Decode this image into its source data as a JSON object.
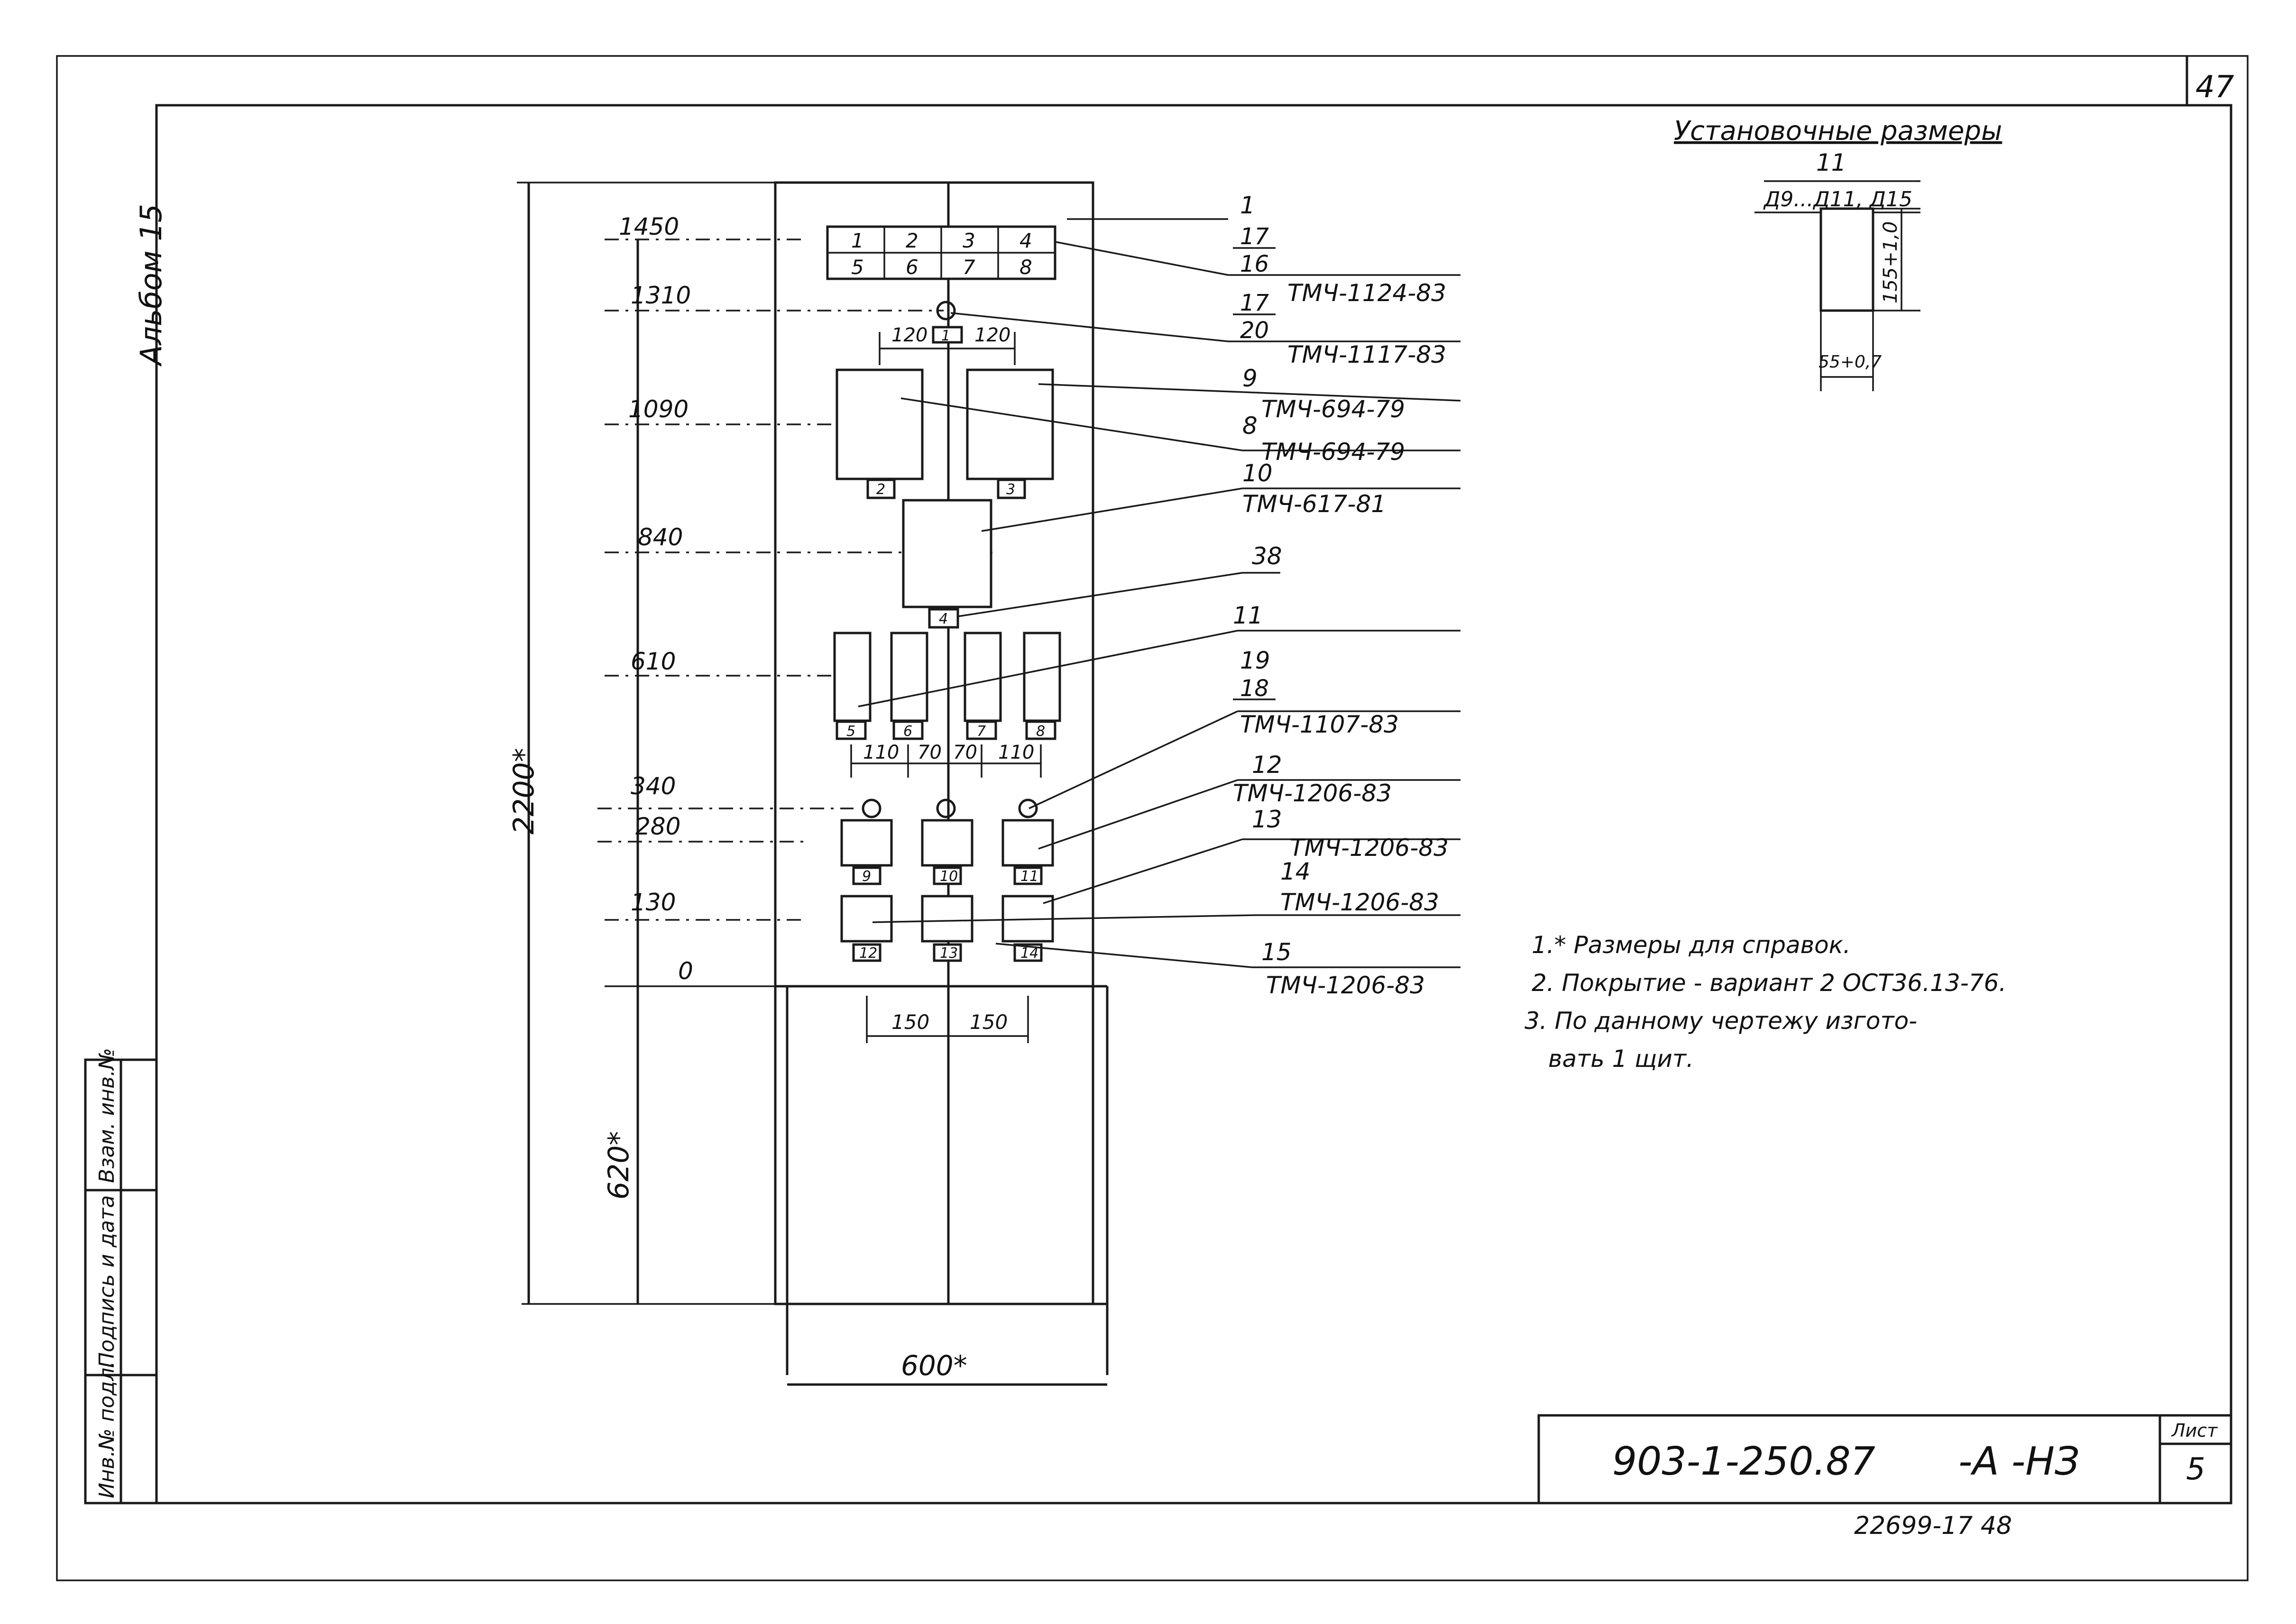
{
  "sheet_number_top": "47",
  "album_label": "Альбом 15",
  "install_title": "Установочные размеры",
  "install_detail_num": "11",
  "install_detail_refs": "Д9...Д11, Д15",
  "install_dim_height": "155+1,0",
  "install_dim_width": "55+0,7",
  "levels": [
    "1450",
    "1310",
    "1090",
    "840",
    "610",
    "340",
    "280",
    "130",
    "0"
  ],
  "dim_total_height": "2200*",
  "dim_base_height": "620*",
  "dim_width": "600*",
  "top_block_cells": [
    "1",
    "2",
    "3",
    "4",
    "5",
    "6",
    "7",
    "8"
  ],
  "spacing_labels": {
    "upper_left": "120",
    "upper_right": "120",
    "row": [
      "110",
      "70",
      "70",
      "110"
    ],
    "bottom": [
      "150",
      "150"
    ]
  },
  "device_tags": {
    "relay_top": "1",
    "relays_upper": [
      "2",
      "3"
    ],
    "relay_mid": "4",
    "row_small": [
      "5",
      "6",
      "7",
      "8"
    ],
    "row_a": [
      "9",
      "10",
      "11"
    ],
    "row_b": [
      "12",
      "13",
      "14"
    ]
  },
  "callouts": [
    {
      "pos": "1",
      "frac": "",
      "spec": ""
    },
    {
      "pos": "17",
      "frac": "16",
      "spec": "ТМЧ-1124-83"
    },
    {
      "pos": "17",
      "frac": "20",
      "spec": "ТМЧ-1117-83"
    },
    {
      "pos": "9",
      "frac": "",
      "spec": "ТМЧ-694-79"
    },
    {
      "pos": "8",
      "frac": "",
      "spec": "ТМЧ-694-79"
    },
    {
      "pos": "10",
      "frac": "",
      "spec": "ТМЧ-617-81"
    },
    {
      "pos": "38",
      "frac": "",
      "spec": ""
    },
    {
      "pos": "11",
      "frac": "",
      "spec": ""
    },
    {
      "pos": "19",
      "frac": "18",
      "spec": "ТМЧ-1107-83"
    },
    {
      "pos": "12",
      "frac": "",
      "spec": "ТМЧ-1206-83"
    },
    {
      "pos": "13",
      "frac": "",
      "spec": "ТМЧ-1206-83"
    },
    {
      "pos": "14",
      "frac": "",
      "spec": "ТМЧ-1206-83"
    },
    {
      "pos": "15",
      "frac": "",
      "spec": "ТМЧ-1206-83"
    }
  ],
  "notes": [
    "1.* Размеры для справок.",
    "2. Покрытие - вариант 2 ОСТ36.13-76.",
    "3. По данному чертежу изгото-",
    "вать 1 щит."
  ],
  "stamp_labels": [
    "Инв.№ подл.",
    "Подпись и дата",
    "Взам. инв.№"
  ],
  "title_block": {
    "doc_code": "903-1-250.87",
    "doc_suffix": "-А -НЗ",
    "sheet_label": "Лист",
    "sheet_number": "5"
  },
  "bottom_code": "22699-17 48"
}
